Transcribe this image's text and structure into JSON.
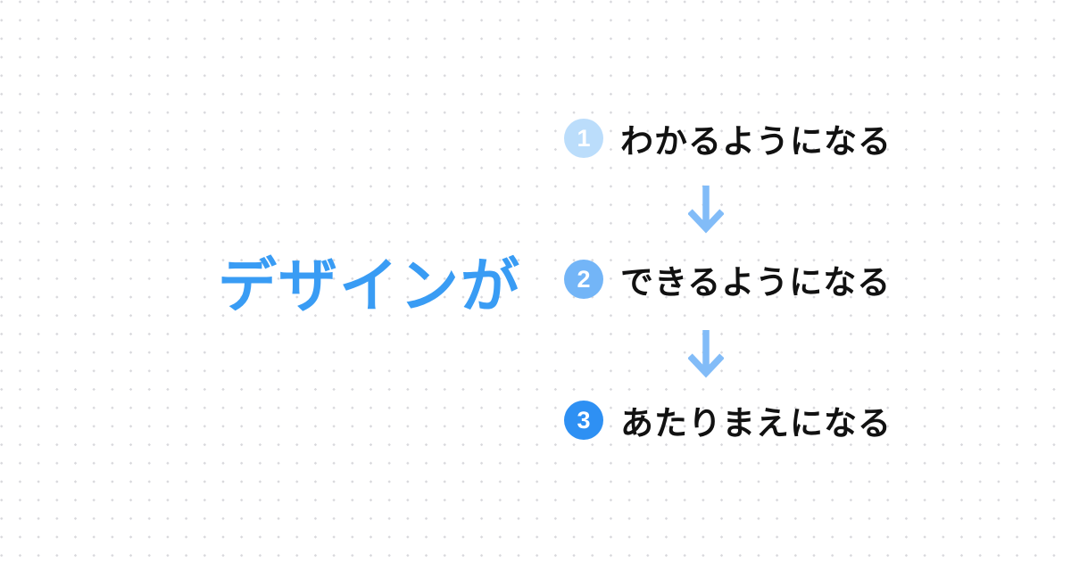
{
  "graphic": {
    "background": {
      "base_color": "#FFFFFF",
      "dot_color": "#D8D8DC"
    },
    "title": {
      "text": "デザインが",
      "color": "#399CF4"
    },
    "steps": [
      {
        "number": "1",
        "label": "わかるようになる",
        "circle_color": "#BBDDFB",
        "number_color": "#FFFFFF"
      },
      {
        "number": "2",
        "label": "できるようになる",
        "circle_color": "#73B5F7",
        "number_color": "#FFFFFF"
      },
      {
        "number": "3",
        "label": "あたりまえになる",
        "circle_color": "#2E90F3",
        "number_color": "#FFFFFF"
      }
    ],
    "arrow": {
      "name": "down-arrow",
      "color": "#82BCF8"
    },
    "label_text_color": "#111111"
  }
}
